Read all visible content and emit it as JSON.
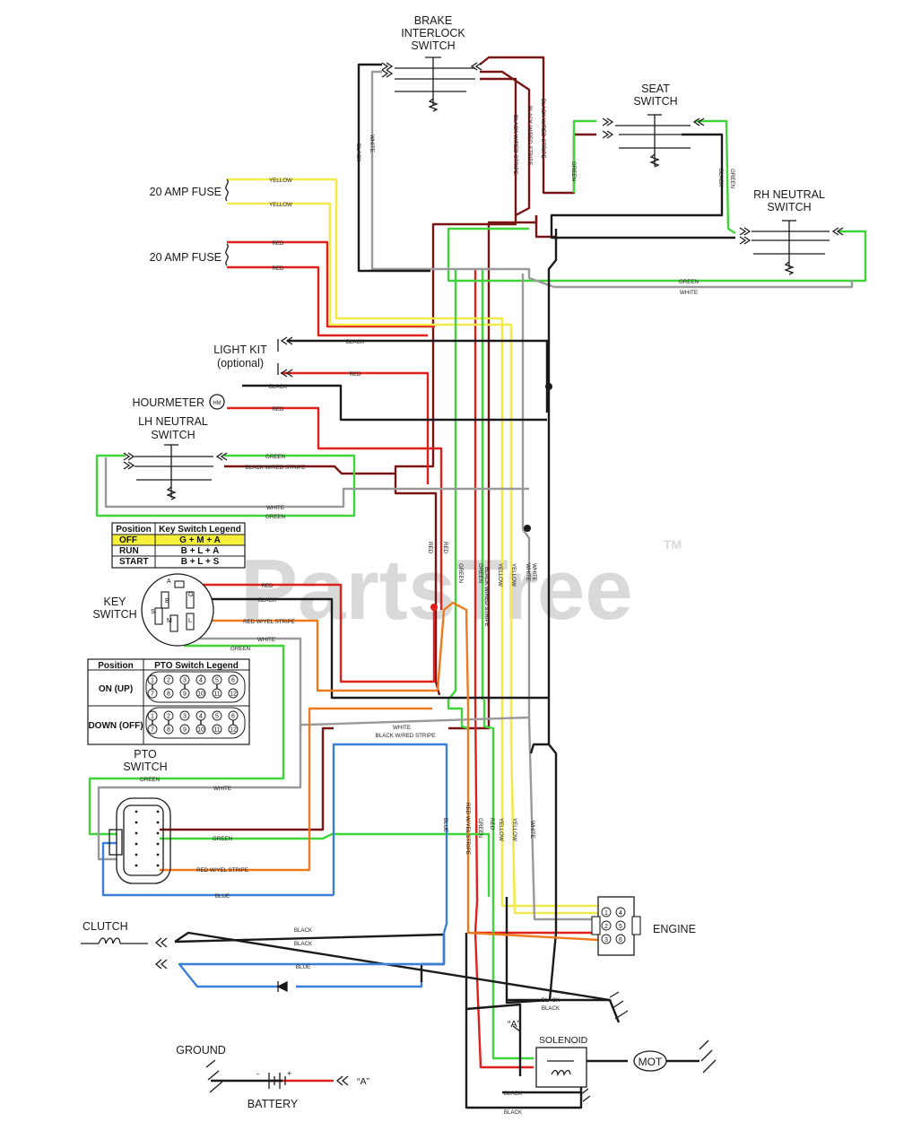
{
  "watermark": {
    "text": "PartsTree",
    "tm": "TM"
  },
  "colors": {
    "red": "#e0201b",
    "maroon": "#7a1414",
    "green": "#3fd43a",
    "yellow": "#f2e94a",
    "black": "#1a1a1a",
    "white_wire": "#9a9a9a",
    "blue": "#3a7fd8",
    "orange": "#ef7a1e"
  },
  "components": {
    "brake_interlock": [
      "BRAKE",
      "INTERLOCK",
      "SWITCH"
    ],
    "seat": [
      "SEAT",
      "SWITCH"
    ],
    "rh_neutral": [
      "RH NEUTRAL",
      "SWITCH"
    ],
    "fuse1": "20 AMP FUSE",
    "fuse2": "20 AMP FUSE",
    "light_kit": [
      "LIGHT KIT",
      "(optional)"
    ],
    "hourmeter": "HOURMETER",
    "lh_neutral": [
      "LH NEUTRAL",
      "SWITCH"
    ],
    "key_switch": [
      "KEY",
      "SWITCH"
    ],
    "pto_switch": [
      "PTO",
      "SWITCH"
    ],
    "clutch": "CLUTCH",
    "engine": "ENGINE",
    "solenoid": "SOLENOID",
    "solenoid_ref": "“A”",
    "motor": "MOT",
    "ground": "GROUND",
    "battery": "BATTERY",
    "battery_ref": "“A”",
    "battery_neg": "-",
    "battery_pos": "+",
    "hourmeter_symbol": "HM"
  },
  "key_legend": {
    "headers": [
      "Position",
      "Key Switch Legend"
    ],
    "rows": [
      [
        "OFF",
        "G + M + A"
      ],
      [
        "RUN",
        "B + L + A"
      ],
      [
        "START",
        "B + L + S"
      ]
    ],
    "highlight_color": "#f6f03a"
  },
  "key_terminals": [
    "A",
    "B",
    "G",
    "S",
    "L",
    "M"
  ],
  "pto_legend": {
    "headers": [
      "Position",
      "PTO Switch Legend"
    ],
    "rows": [
      "ON (UP)",
      "DOWN (OFF)"
    ],
    "pins_top": [
      "1",
      "2",
      "3",
      "4",
      "5",
      "6"
    ],
    "pins_bottom": [
      "7",
      "8",
      "9",
      "10",
      "11",
      "12"
    ]
  },
  "engine_pins": [
    "1",
    "2",
    "3",
    "4",
    "5",
    "6"
  ],
  "wire_labels": {
    "black": "BLACK",
    "white": "WHITE",
    "yellow": "YELLOW",
    "red": "RED",
    "green": "GREEN",
    "blue": "BLUE",
    "black_red": "BLACK W/RED STRIPE",
    "red_yel": "RED W/YEL STRIPE",
    "black_wred": "BLACK W/RED STRIPE",
    "red_wyel": "RED W/YEL STRIPE"
  }
}
